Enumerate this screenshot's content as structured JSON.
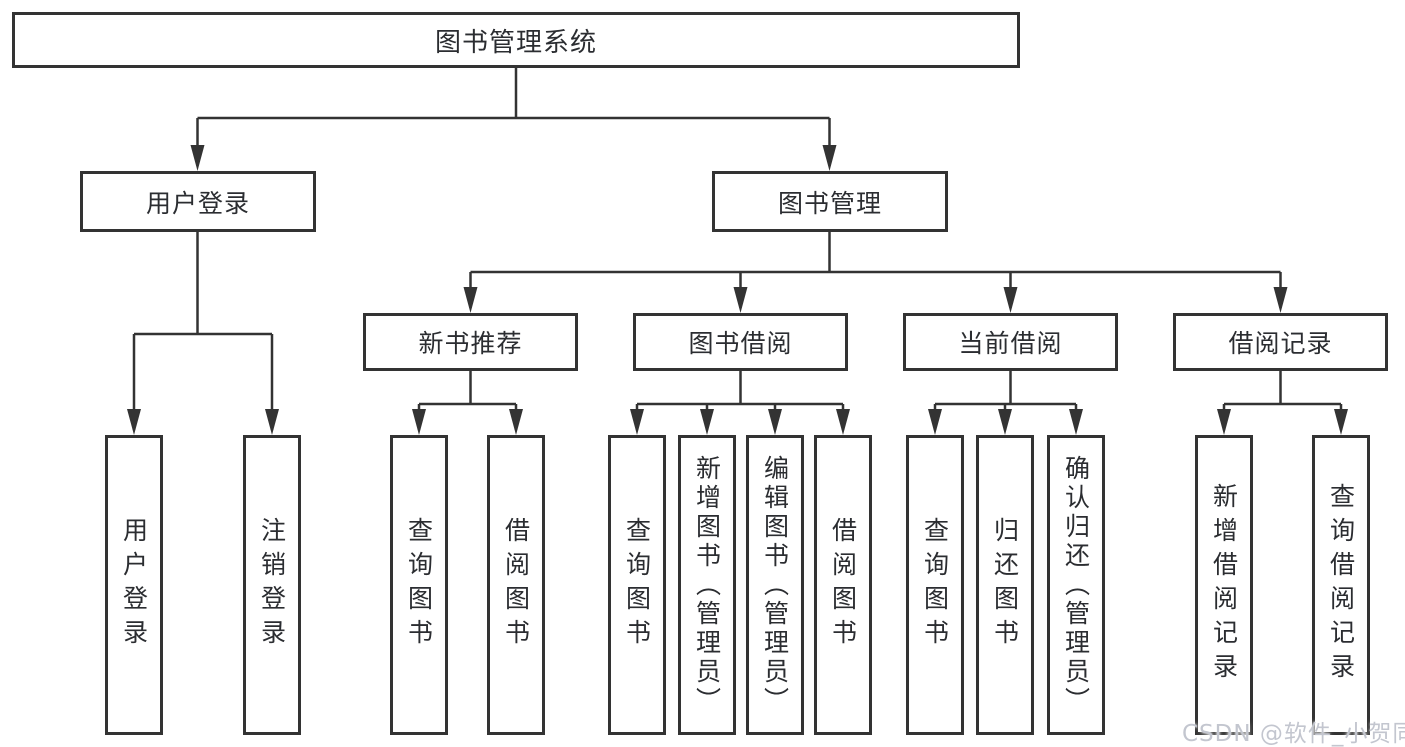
{
  "diagram": {
    "title": "图书管理系统",
    "root": {
      "label": "图书管理系统"
    },
    "level2": [
      {
        "label": "用户登录"
      },
      {
        "label": "图书管理"
      }
    ],
    "level3": [
      {
        "label": "新书推荐",
        "parent": "图书管理"
      },
      {
        "label": "图书借阅",
        "parent": "图书管理"
      },
      {
        "label": "当前借阅",
        "parent": "图书管理"
      },
      {
        "label": "借阅记录",
        "parent": "图书管理"
      }
    ],
    "leaves": [
      {
        "label": "用户登录",
        "parent": "用户登录"
      },
      {
        "label": "注销登录",
        "parent": "用户登录"
      },
      {
        "label": "查询图书",
        "parent": "新书推荐"
      },
      {
        "label": "借阅图书",
        "parent": "新书推荐"
      },
      {
        "label": "查询图书",
        "parent": "图书借阅"
      },
      {
        "label": "新增图书（管理员）",
        "parent": "图书借阅"
      },
      {
        "label": "编辑图书（管理员）",
        "parent": "图书借阅"
      },
      {
        "label": "借阅图书",
        "parent": "图书借阅"
      },
      {
        "label": "查询图书",
        "parent": "当前借阅"
      },
      {
        "label": "归还图书",
        "parent": "当前借阅"
      },
      {
        "label": "确认归还（管理员）",
        "parent": "当前借阅"
      },
      {
        "label": "新增借阅记录",
        "parent": "借阅记录"
      },
      {
        "label": "查询借阅记录",
        "parent": "借阅记录"
      }
    ],
    "watermark": "CSDN @软件_小贺同学",
    "colors": {
      "line": "#333333",
      "text": "#2b2d31",
      "background": "#ffffff",
      "watermark": "#c3c6cf"
    }
  }
}
